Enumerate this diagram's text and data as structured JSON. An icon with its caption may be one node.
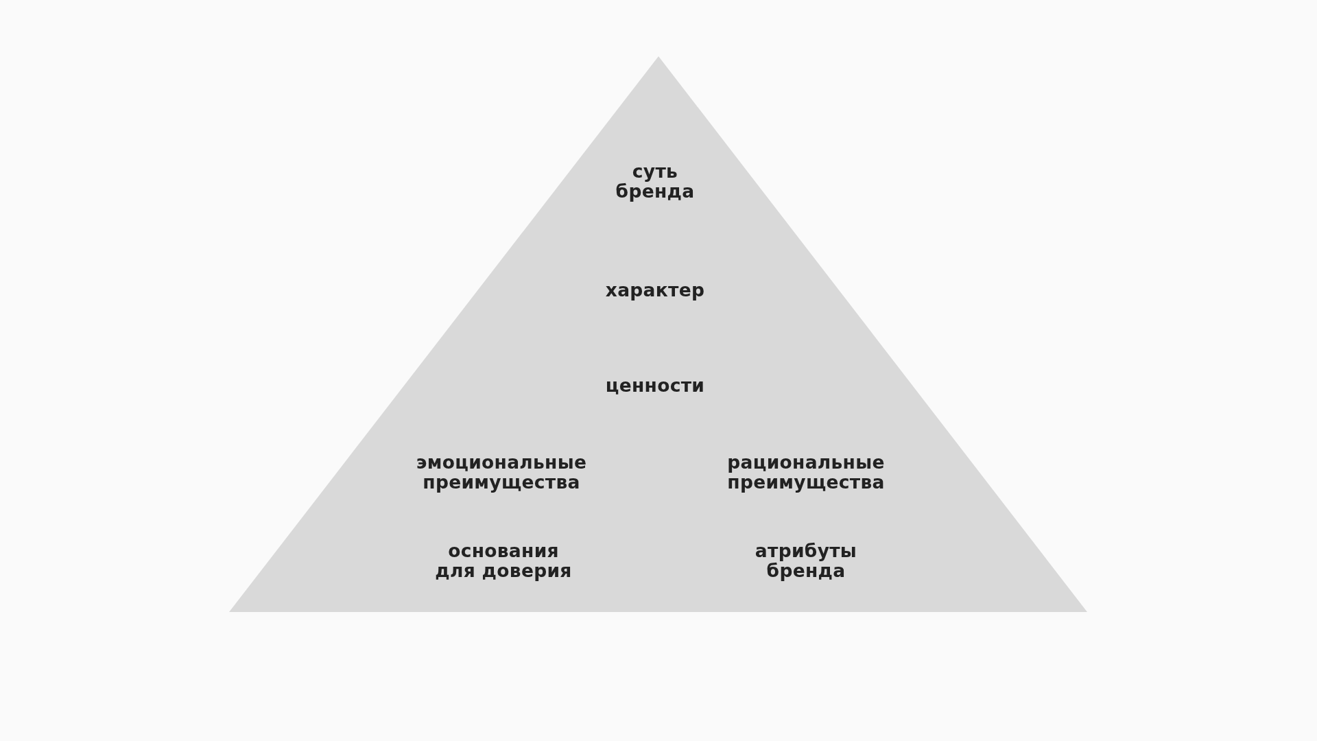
{
  "diagram": {
    "nodes": [
      {
        "text": [
          "суть бренда",
          "характер",
          "ценности",
          "эмоциональные преимущества",
          "рациональные преимущества",
          "основания для доверия",
          "атрибуты бренда"
        ]
      }
    ]
  }
}
